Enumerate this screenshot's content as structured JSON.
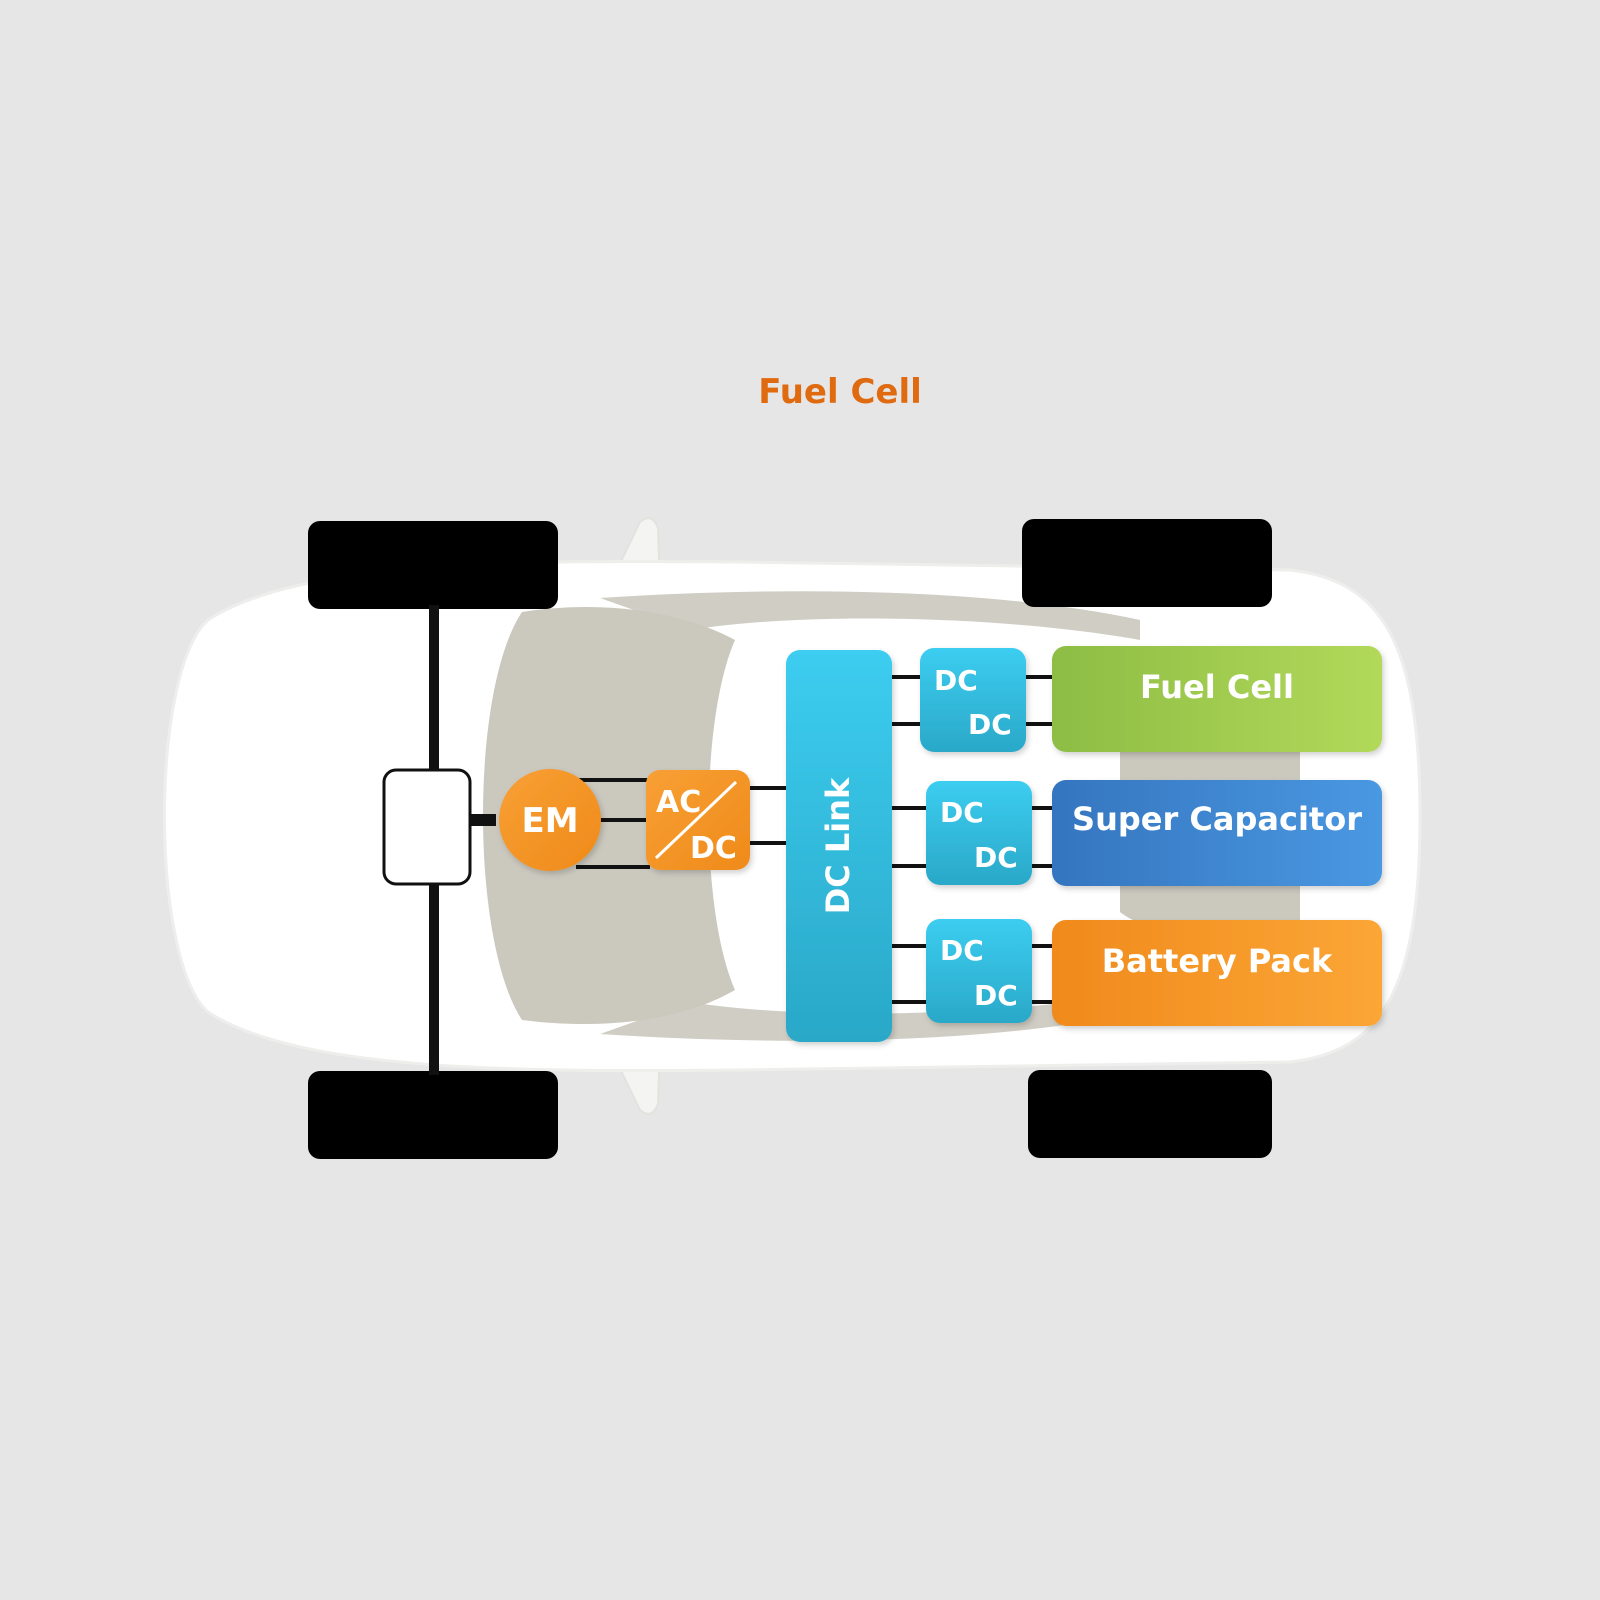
{
  "title": "Fuel Cell",
  "colors": {
    "background": "#e6e6e6",
    "title": "#e06a10",
    "orange_component": "#f7941d",
    "dc_converter": "#2bb6dc",
    "dc_link": "#2bb6dc",
    "fuel_cell": "#8dc63f",
    "super_capacitor": "#3a7fd0",
    "battery_pack": "#f7941d",
    "wheel": "#000000",
    "car_body": "#ffffff",
    "car_glass": "#cbc8be"
  },
  "components": {
    "motor": "EM",
    "inverter": {
      "top": "AC",
      "bottom": "DC"
    },
    "dc_link": "DC Link",
    "converters": [
      {
        "top": "DC",
        "bottom": "DC"
      },
      {
        "top": "DC",
        "bottom": "DC"
      },
      {
        "top": "DC",
        "bottom": "DC"
      }
    ],
    "sources": [
      "Fuel Cell",
      "Super Capacitor",
      "Battery Pack"
    ]
  }
}
